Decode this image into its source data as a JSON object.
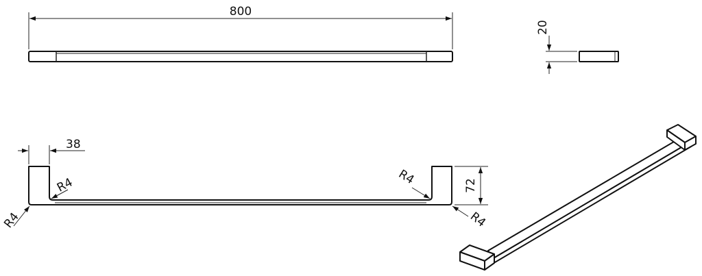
{
  "dimensions": {
    "length": "800",
    "thickness": "20",
    "depth": "38",
    "height": "72",
    "radius_inner_left": "R4",
    "radius_outer_left": "R4",
    "radius_inner_right": "R4",
    "radius_outer_right": "R4"
  }
}
